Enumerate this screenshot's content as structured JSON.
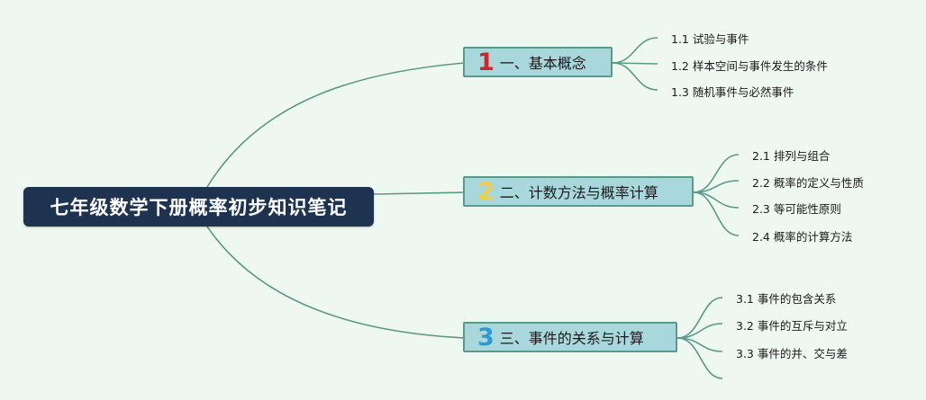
{
  "root": {
    "title": "七年级数学下册概率初步知识笔记"
  },
  "topics": [
    {
      "number": "1",
      "label": "一、基本概念",
      "children": [
        "1.1 试验与事件",
        "1.2 样本空间与事件发生的条件",
        "1.3 随机事件与必然事件"
      ]
    },
    {
      "number": "2",
      "label": "二、计数方法与概率计算",
      "children": [
        "2.1 排列与组合",
        "2.2 概率的定义与性质",
        "2.3 等可能性原则",
        "2.4 概率的计算方法"
      ]
    },
    {
      "number": "3",
      "label": "三、事件的关系与计算",
      "children": [
        "3.1 事件的包含关系",
        "3.2 事件的互斥与对立",
        "3.3 事件的并、交与差"
      ]
    }
  ],
  "colors": {
    "background": "#eff8f0",
    "root_fill": "#1e3350",
    "topic_fill": "#a8d8dc",
    "topic_border": "#5a9a8a",
    "connector": "#5a9a8a",
    "number_1": "#d0262b",
    "number_2": "#f2cf42",
    "number_3": "#2a9bd6"
  }
}
